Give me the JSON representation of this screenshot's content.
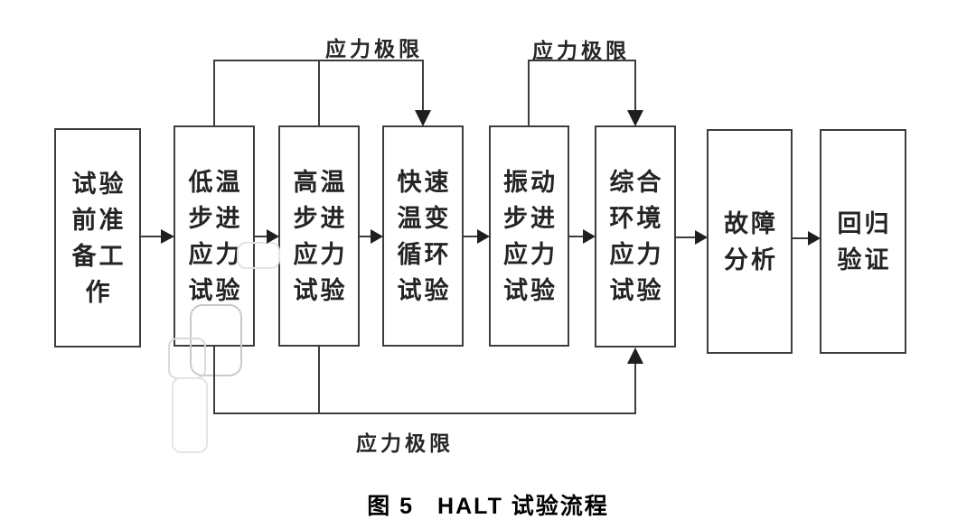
{
  "figure": {
    "caption_prefix": "图 5",
    "caption_title": "HALT 试验流程"
  },
  "labels": {
    "stress_limit_top_left": "应力极限",
    "stress_limit_top_right": "应力极限",
    "stress_limit_bottom": "应力极限"
  },
  "flow": {
    "boxes": [
      {
        "name": "test-preparation",
        "full": "试验前准备工作",
        "lines": [
          "试验",
          "前准",
          "备工",
          "作"
        ]
      },
      {
        "name": "low-temp-step-stress",
        "full": "低温步进应力试验",
        "lines": [
          "低温",
          "步进",
          "应力",
          "试验"
        ]
      },
      {
        "name": "high-temp-step-stress",
        "full": "高温步进应力试验",
        "lines": [
          "高温",
          "步进",
          "应力",
          "试验"
        ]
      },
      {
        "name": "rapid-temp-cycle",
        "full": "快速温变循环试验",
        "lines": [
          "快速",
          "温变",
          "循环",
          "试验"
        ]
      },
      {
        "name": "vibration-step-stress",
        "full": "振动步进应力试验",
        "lines": [
          "振动",
          "步进",
          "应力",
          "试验"
        ]
      },
      {
        "name": "combined-env-stress",
        "full": "综合环境应力试验",
        "lines": [
          "综合",
          "环境",
          "应力",
          "试验"
        ]
      },
      {
        "name": "failure-analysis",
        "full": "故障分析",
        "lines": [
          "故障",
          "分析"
        ]
      },
      {
        "name": "regression-verification",
        "full": "回归验证",
        "lines": [
          "回归",
          "验证"
        ]
      }
    ]
  },
  "colors": {
    "line": "#3d3d3d",
    "arrow_fill": "#1e1e1e",
    "text": "#242424",
    "background": "#ffffff",
    "watermark": "#d6d6d6"
  }
}
